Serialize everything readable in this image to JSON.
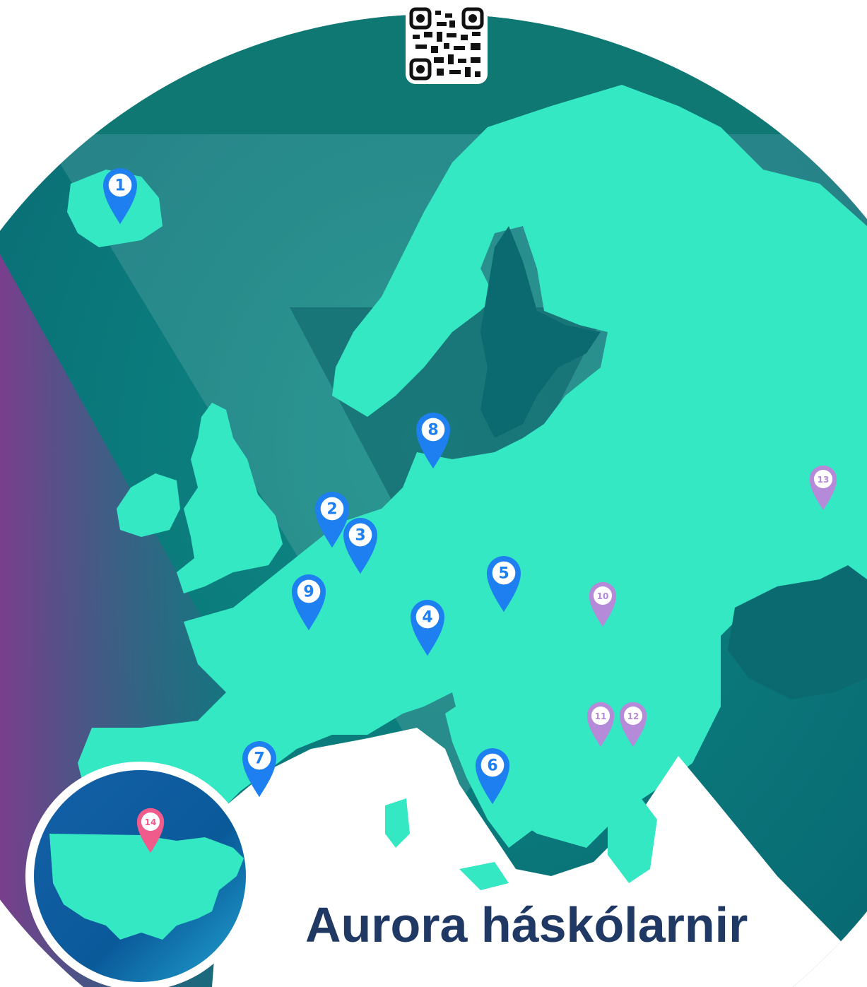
{
  "map": {
    "title": "Aurora háskólarnir",
    "colors": {
      "land": "#35e8c4",
      "sea_dark": "#0b6f75",
      "sea_top": "#0f7d79",
      "sea_left_purple": "#7a3e8c",
      "southern_white": "#ffffff",
      "title": "#1f3864",
      "pin_primary": "#1e7ff0",
      "pin_secondary": "#b58ad8",
      "pin_inset": "#ef5b8a"
    },
    "pins": [
      {
        "label": "1",
        "group": "primary"
      },
      {
        "label": "2",
        "group": "primary"
      },
      {
        "label": "3",
        "group": "primary"
      },
      {
        "label": "4",
        "group": "primary"
      },
      {
        "label": "5",
        "group": "primary"
      },
      {
        "label": "6",
        "group": "primary"
      },
      {
        "label": "7",
        "group": "primary"
      },
      {
        "label": "8",
        "group": "primary"
      },
      {
        "label": "9",
        "group": "primary"
      },
      {
        "label": "10",
        "group": "secondary"
      },
      {
        "label": "11",
        "group": "secondary"
      },
      {
        "label": "12",
        "group": "secondary"
      },
      {
        "label": "13",
        "group": "secondary"
      },
      {
        "label": "14",
        "group": "inset"
      }
    ],
    "inset": {
      "icon": "usa-map-icon"
    },
    "qr": {
      "icon": "qr-code-icon"
    }
  }
}
